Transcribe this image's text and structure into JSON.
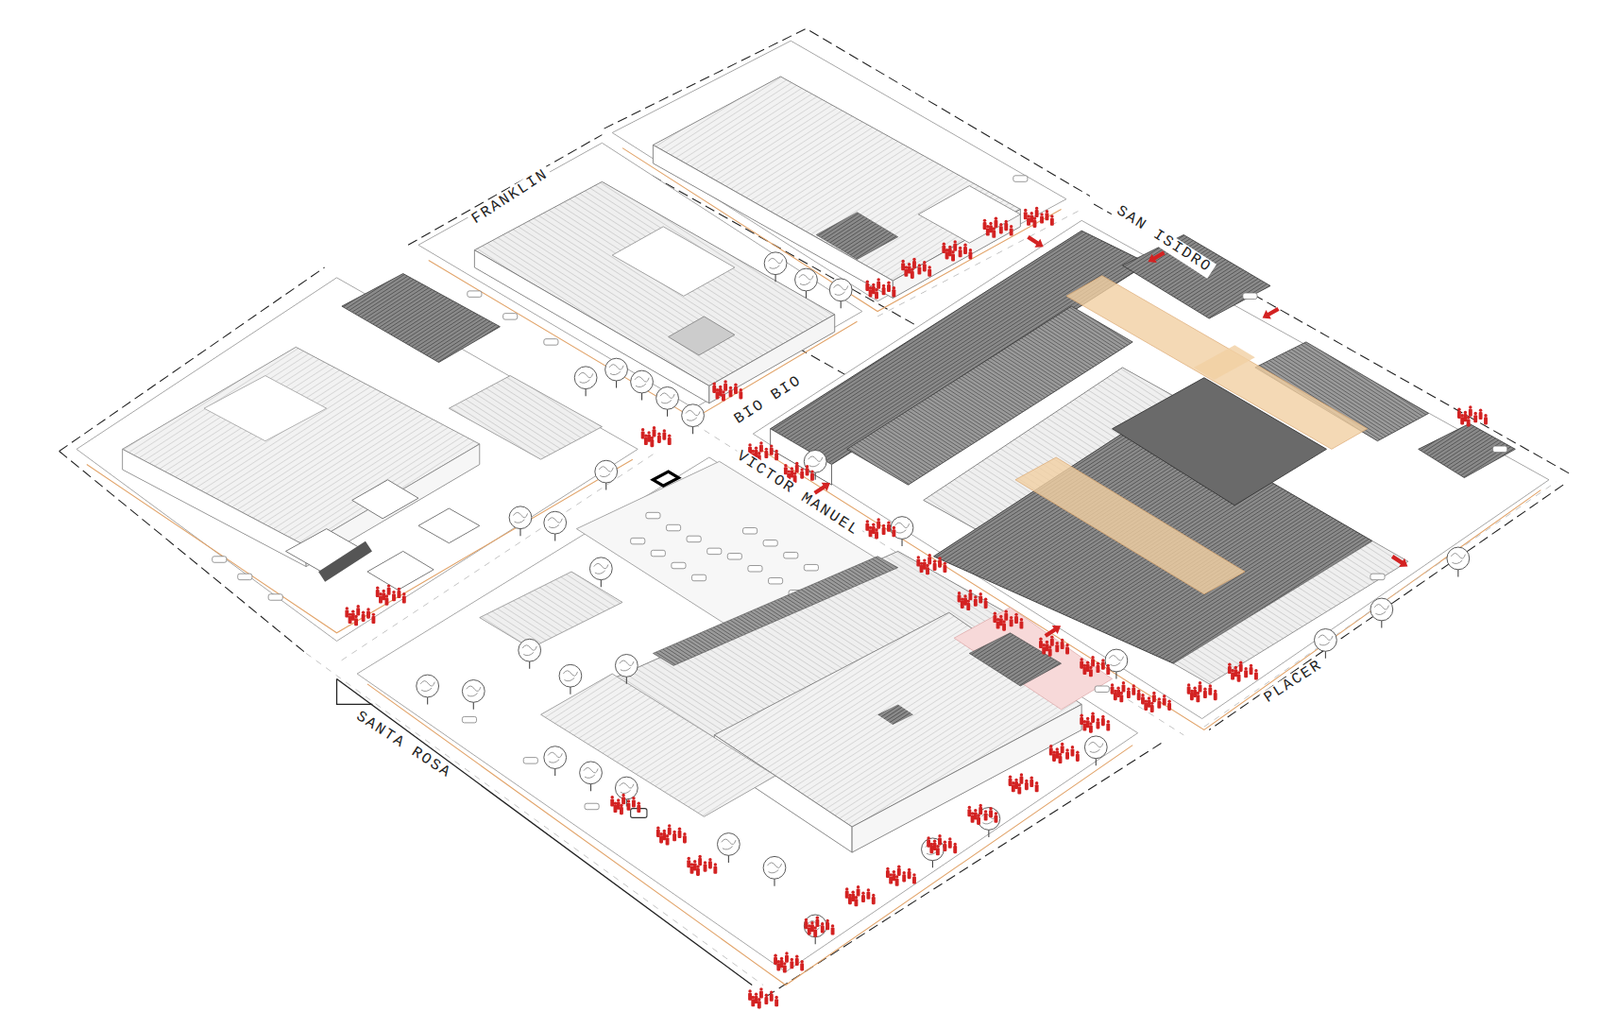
{
  "diagram": {
    "labels": [
      "FRANKLIN",
      "SAN ISIDRO",
      "BIO BIO",
      "VICTOR MANUEL",
      "SANTA ROSA",
      "PLACER"
    ]
  }
}
